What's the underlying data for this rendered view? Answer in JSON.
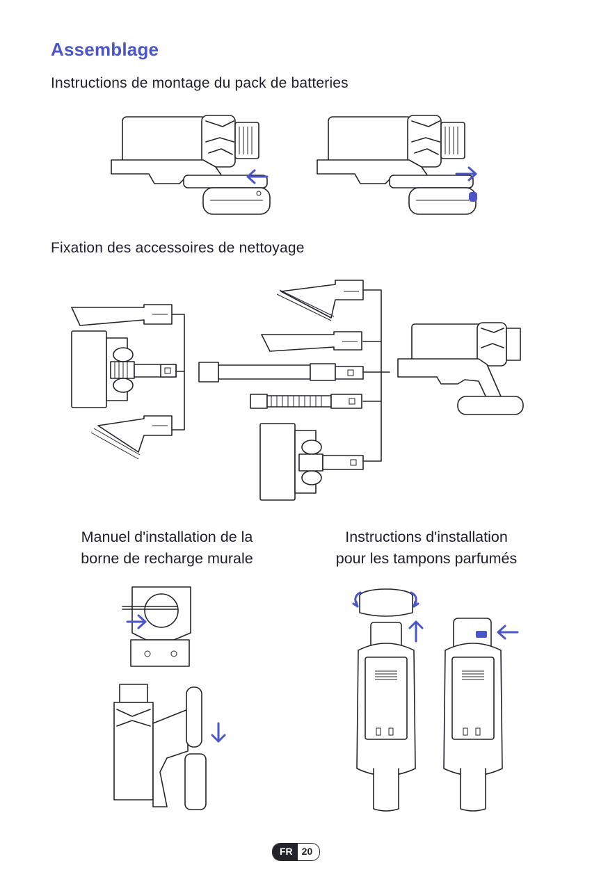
{
  "page": {
    "title": "Assemblage",
    "section_battery": "Instructions de montage du pack de batteries",
    "section_accessories": "Fixation des accessoires de nettoyage",
    "section_wall_mount": [
      "Manuel d'installation de la",
      "borne de recharge murale"
    ],
    "section_scent": [
      "Instructions d'installation",
      "pour les tampons parfumés"
    ]
  },
  "footer": {
    "language": "FR",
    "page_number": "20"
  },
  "colors": {
    "accent": "#4c55c8",
    "line": "#23232b",
    "background": "#ffffff"
  },
  "icons": [
    "arrow-left-icon",
    "arrow-right-icon",
    "arrow-up-icon",
    "arrow-down-icon",
    "rotate-icon"
  ]
}
